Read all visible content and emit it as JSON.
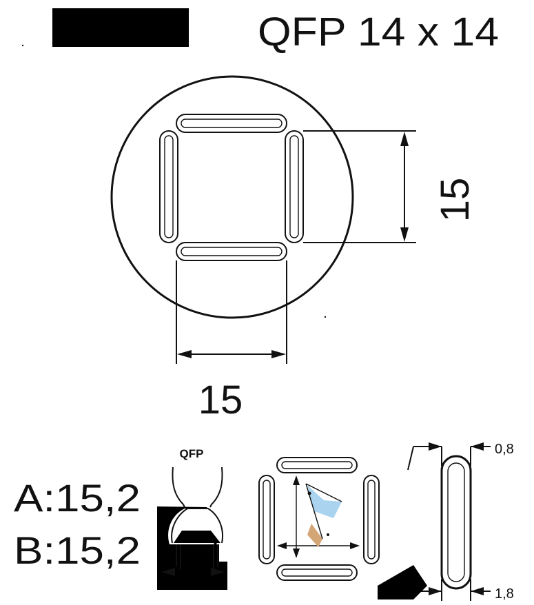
{
  "header": {
    "model_code": "",
    "title": "QFP 14 x 14"
  },
  "main_view": {
    "dimension_height": "15",
    "dimension_width": "15"
  },
  "specs": {
    "a_value": "A:15,2",
    "b_value": "B:15,2"
  },
  "side_view": {
    "label": "QFP"
  },
  "detail_view": {
    "slot_width": "0,8",
    "edge_gap": "1,8"
  },
  "colors": {
    "line": "#111111",
    "background": "#ffffff",
    "label_block": "#000000",
    "highlight_blue": "#a9d3ee",
    "highlight_tan": "#d4a575"
  }
}
